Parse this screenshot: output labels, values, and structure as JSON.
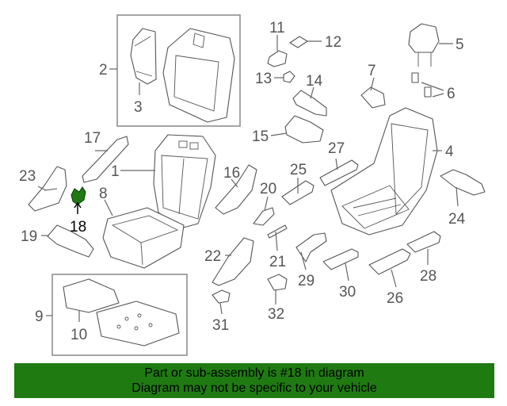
{
  "callouts": [
    {
      "id": "c1",
      "label": "1"
    },
    {
      "id": "c2",
      "label": "2"
    },
    {
      "id": "c3",
      "label": "3"
    },
    {
      "id": "c4",
      "label": "4"
    },
    {
      "id": "c5",
      "label": "5"
    },
    {
      "id": "c6",
      "label": "6"
    },
    {
      "id": "c7",
      "label": "7"
    },
    {
      "id": "c8",
      "label": "8"
    },
    {
      "id": "c9",
      "label": "9"
    },
    {
      "id": "c10",
      "label": "10"
    },
    {
      "id": "c11",
      "label": "11"
    },
    {
      "id": "c12",
      "label": "12"
    },
    {
      "id": "c13",
      "label": "13"
    },
    {
      "id": "c14",
      "label": "14"
    },
    {
      "id": "c15",
      "label": "15"
    },
    {
      "id": "c16",
      "label": "16"
    },
    {
      "id": "c17",
      "label": "17"
    },
    {
      "id": "c18",
      "label": "18"
    },
    {
      "id": "c19",
      "label": "19"
    },
    {
      "id": "c20",
      "label": "20"
    },
    {
      "id": "c21",
      "label": "21"
    },
    {
      "id": "c22",
      "label": "22"
    },
    {
      "id": "c23",
      "label": "23"
    },
    {
      "id": "c24",
      "label": "24"
    },
    {
      "id": "c25",
      "label": "25"
    },
    {
      "id": "c26",
      "label": "26"
    },
    {
      "id": "c27",
      "label": "27"
    },
    {
      "id": "c28",
      "label": "28"
    },
    {
      "id": "c29",
      "label": "29"
    },
    {
      "id": "c30",
      "label": "30"
    },
    {
      "id": "c31",
      "label": "31"
    },
    {
      "id": "c32",
      "label": "32"
    }
  ],
  "highlight": {
    "part": "18",
    "color": "#1f7a12"
  },
  "footer": {
    "line1": "Part or sub-assembly is #18 in diagram",
    "line2": "Diagram may not be specific to your vehicle",
    "bg": "#1f7a12"
  }
}
